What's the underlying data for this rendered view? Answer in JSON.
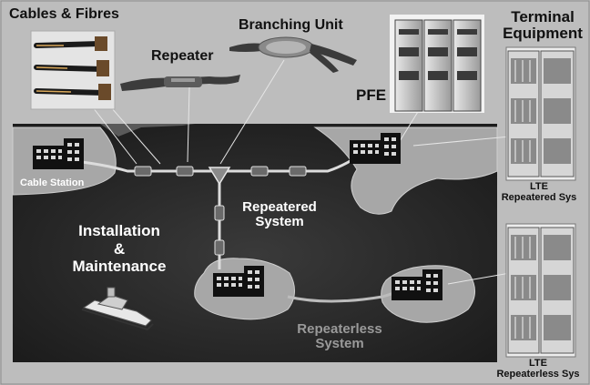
{
  "labels": {
    "cables_fibres": "Cables & Fibres",
    "branching_unit": "Branching Unit",
    "repeater": "Repeater",
    "pfe": "PFE",
    "terminal_equipment_1": "Terminal",
    "terminal_equipment_2": "Equipment",
    "cable_station": "Cable Station",
    "repeatered_system_1": "Repeatered",
    "repeatered_system_2": "System",
    "installation_1": "Installation",
    "installation_2": "&",
    "installation_3": "Maintenance",
    "repeaterless_system_1": "Repeaterless",
    "repeaterless_system_2": "System",
    "lte_repeatered_1": "LTE",
    "lte_repeatered_2": "Repeatered Sys",
    "lte_repeaterless_1": "LTE",
    "lte_repeaterless_2": "Repeaterless Sys"
  },
  "colors": {
    "background": "#bdbdbd",
    "sea": "#2e2e2e",
    "land": "#a9a9a9",
    "cable": "#d9d9d9",
    "building": "#111111"
  }
}
